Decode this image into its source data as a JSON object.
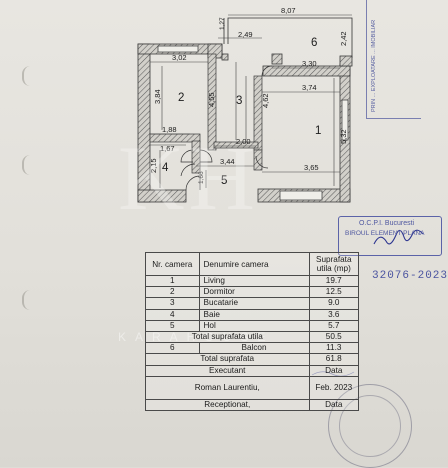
{
  "plan": {
    "dimensions": {
      "top_total": "8,07",
      "top_small": "1,27",
      "hall_top": "2,49",
      "balcony_right": "2,42",
      "bedroom_width": "3,02",
      "balcony_bottom": "3,30",
      "living_top": "3,74",
      "bedroom_height": "3,84",
      "kitchen_height": "4,55",
      "living_left": "4,62",
      "living_height": "5,32",
      "bath_top_outer": "1,88",
      "bath_top_inner": "1,67",
      "hall_width": "2,00",
      "hall_bottom": "3,44",
      "bath_height": "2,15",
      "hall_height": "1,66",
      "living_bottom": "3,65"
    },
    "room_numbers": [
      "1",
      "2",
      "3",
      "4",
      "5",
      "6"
    ]
  },
  "table": {
    "headers": {
      "nr": "Nr. camera",
      "name": "Denumire camera",
      "area": "Suprafata utila (mp)"
    },
    "rooms": [
      {
        "nr": "1",
        "name": "Living",
        "area": "19.7"
      },
      {
        "nr": "2",
        "name": "Dormitor",
        "area": "12.5"
      },
      {
        "nr": "3",
        "name": "Bucatarie",
        "area": "9.0"
      },
      {
        "nr": "4",
        "name": "Baie",
        "area": "3.6"
      },
      {
        "nr": "5",
        "name": "Hol",
        "area": "5.7"
      }
    ],
    "total_useful": {
      "label": "Total suprafata utila",
      "value": "50.5"
    },
    "balcony": {
      "nr": "6",
      "name": "Balcon",
      "area": "11.3"
    },
    "total": {
      "label": "Total suprafata",
      "value": "61.8"
    },
    "executant": {
      "label": "Executant",
      "date_label": "Data"
    },
    "executant_values": {
      "name": "Roman Laurentiu,",
      "date": "Feb. 2023"
    },
    "receptionat": {
      "label": "Receptionat,",
      "date_label": "Data"
    }
  },
  "watermark": {
    "letters": "KH",
    "brand": "KARAHOUSE"
  },
  "stamps": {
    "ocpi_line1": "O.C.P.I. Bucuresti",
    "ocpi_line2": "BIROUL ELEMENT PLANA",
    "number": "32076-2023",
    "vertical": "PRIN ... EXPLOATARE ... IMOBILIAR"
  },
  "colors": {
    "paper": "#e4e2dc",
    "wall_hatch": "#6a6a6a",
    "ink": "#1c1c1c",
    "stamp": "#4f58a0"
  }
}
